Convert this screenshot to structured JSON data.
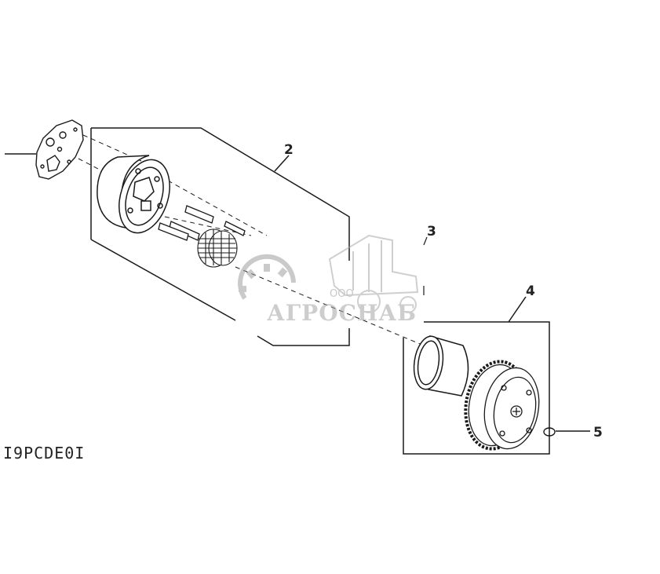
{
  "diagram": {
    "drawing_code": "I9PCDE0I",
    "callouts": [
      {
        "id": "callout-2",
        "label": "2"
      },
      {
        "id": "callout-3",
        "label": "3"
      },
      {
        "id": "callout-4",
        "label": "4"
      },
      {
        "id": "callout-5",
        "label": "5"
      }
    ]
  },
  "watermark": {
    "company_prefix": "ООО",
    "company_name": "АГРОСНАБ",
    "color": "#a0a0a0"
  },
  "colors": {
    "line": "#1a1a1a",
    "background": "#ffffff"
  }
}
